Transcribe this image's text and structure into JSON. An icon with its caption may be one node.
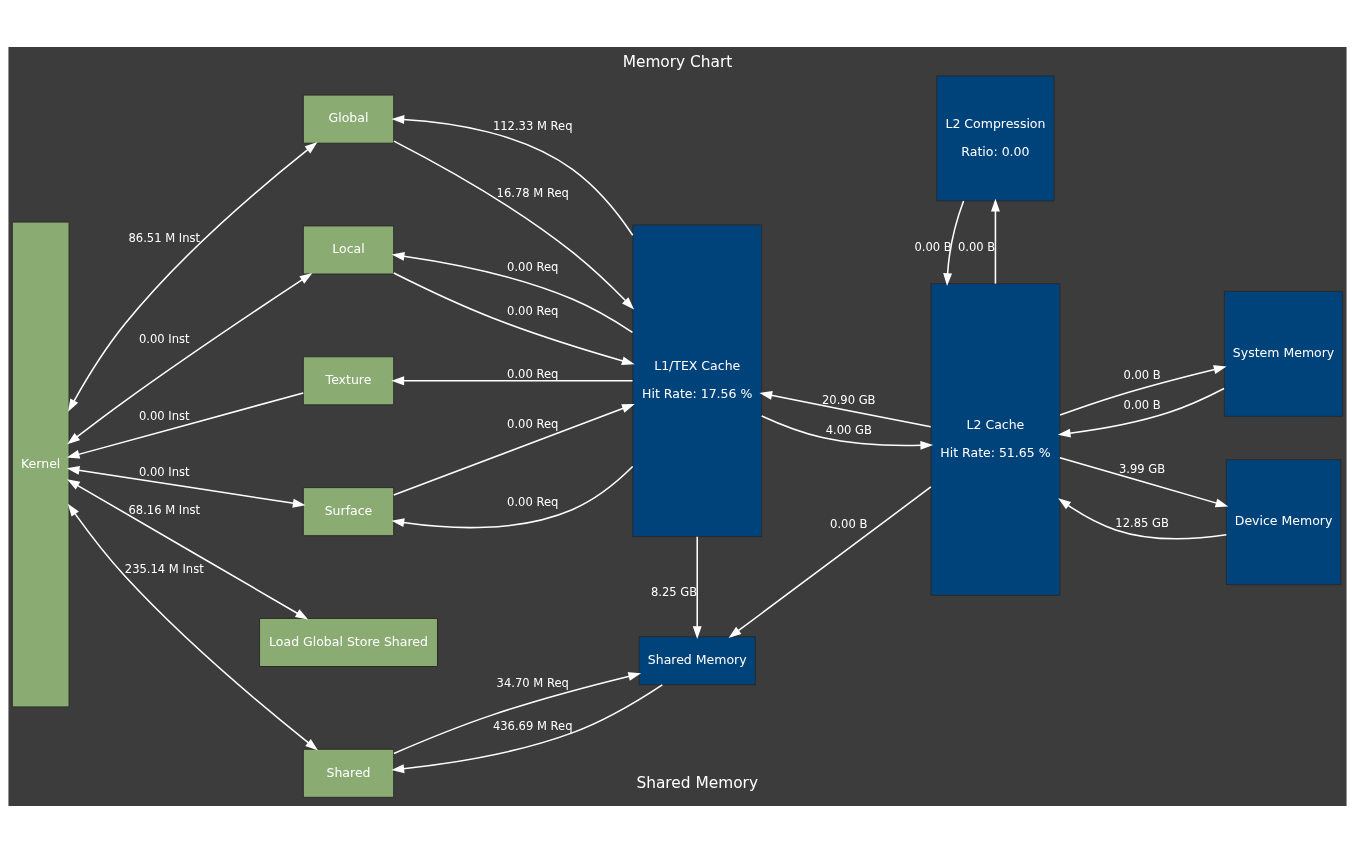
{
  "diagram": {
    "title": "Memory Chart",
    "caption": "Shared Memory",
    "nodes": [
      {
        "text": [
          "Kernel"
        ]
      },
      {
        "text": [
          "Global"
        ]
      },
      {
        "text": [
          "Local"
        ]
      },
      {
        "text": [
          "Texture"
        ]
      },
      {
        "text": [
          "Surface"
        ]
      },
      {
        "text": [
          "Load Global Store Shared"
        ]
      },
      {
        "text": [
          "Shared"
        ]
      },
      {
        "text": [
          "L1/TEX Cache",
          "Hit Rate: 17.56 %"
        ]
      },
      {
        "text": [
          "Shared Memory"
        ]
      },
      {
        "text": [
          "L2 Cache",
          "Hit Rate: 51.65 %"
        ]
      },
      {
        "text": [
          "L2 Compression",
          "Ratio: 0.00"
        ]
      },
      {
        "text": [
          "System Memory"
        ]
      },
      {
        "text": [
          "Device Memory"
        ]
      }
    ],
    "edges": [
      {
        "from": 0,
        "to": 1,
        "arrow": "both",
        "label": "86.51 M Inst"
      },
      {
        "from": 7,
        "to": 1,
        "arrow": "to",
        "label": "112.33 M Req"
      },
      {
        "from": 1,
        "to": 7,
        "arrow": "to",
        "label": "16.78 M Req"
      },
      {
        "from": 0,
        "to": 2,
        "arrow": "both",
        "label": "0.00 Inst"
      },
      {
        "from": 7,
        "to": 2,
        "arrow": "to",
        "label": "0.00 Req"
      },
      {
        "from": 2,
        "to": 7,
        "arrow": "to",
        "label": "0.00 Req"
      },
      {
        "from": 3,
        "to": 0,
        "arrow": "to",
        "label": "0.00 Inst"
      },
      {
        "from": 7,
        "to": 3,
        "arrow": "to",
        "label": "0.00 Req"
      },
      {
        "from": 0,
        "to": 4,
        "arrow": "both",
        "label": "0.00 Inst"
      },
      {
        "from": 7,
        "to": 4,
        "arrow": "to",
        "label": "0.00 Req"
      },
      {
        "from": 4,
        "to": 7,
        "arrow": "to",
        "label": "0.00 Req"
      },
      {
        "from": 0,
        "to": 5,
        "arrow": "both",
        "label": "68.16 M Inst"
      },
      {
        "from": 0,
        "to": 6,
        "arrow": "both",
        "label": "235.14 M Inst"
      },
      {
        "from": 8,
        "to": 6,
        "arrow": "to",
        "label": "436.69 M Req"
      },
      {
        "from": 6,
        "to": 8,
        "arrow": "to",
        "label": "34.70 M Req"
      },
      {
        "from": 7,
        "to": 8,
        "arrow": "to",
        "label": "8.25 GB"
      },
      {
        "from": 9,
        "to": 7,
        "arrow": "to",
        "label": "20.90 GB"
      },
      {
        "from": 7,
        "to": 9,
        "arrow": "to",
        "label": "4.00 GB"
      },
      {
        "from": 9,
        "to": 8,
        "arrow": "to",
        "label": "0.00 B"
      },
      {
        "from": 11,
        "to": 9,
        "arrow": "to",
        "label": "0.00 B"
      },
      {
        "from": 9,
        "to": 11,
        "arrow": "to",
        "label": "0.00 B"
      },
      {
        "from": 12,
        "to": 9,
        "arrow": "to",
        "label": "12.85 GB"
      },
      {
        "from": 9,
        "to": 12,
        "arrow": "to",
        "label": "3.99 GB"
      },
      {
        "from": 9,
        "to": 10,
        "arrow": "to",
        "label": "0.00 B"
      },
      {
        "from": 10,
        "to": 9,
        "arrow": "to",
        "label": "0.00 B"
      }
    ]
  }
}
